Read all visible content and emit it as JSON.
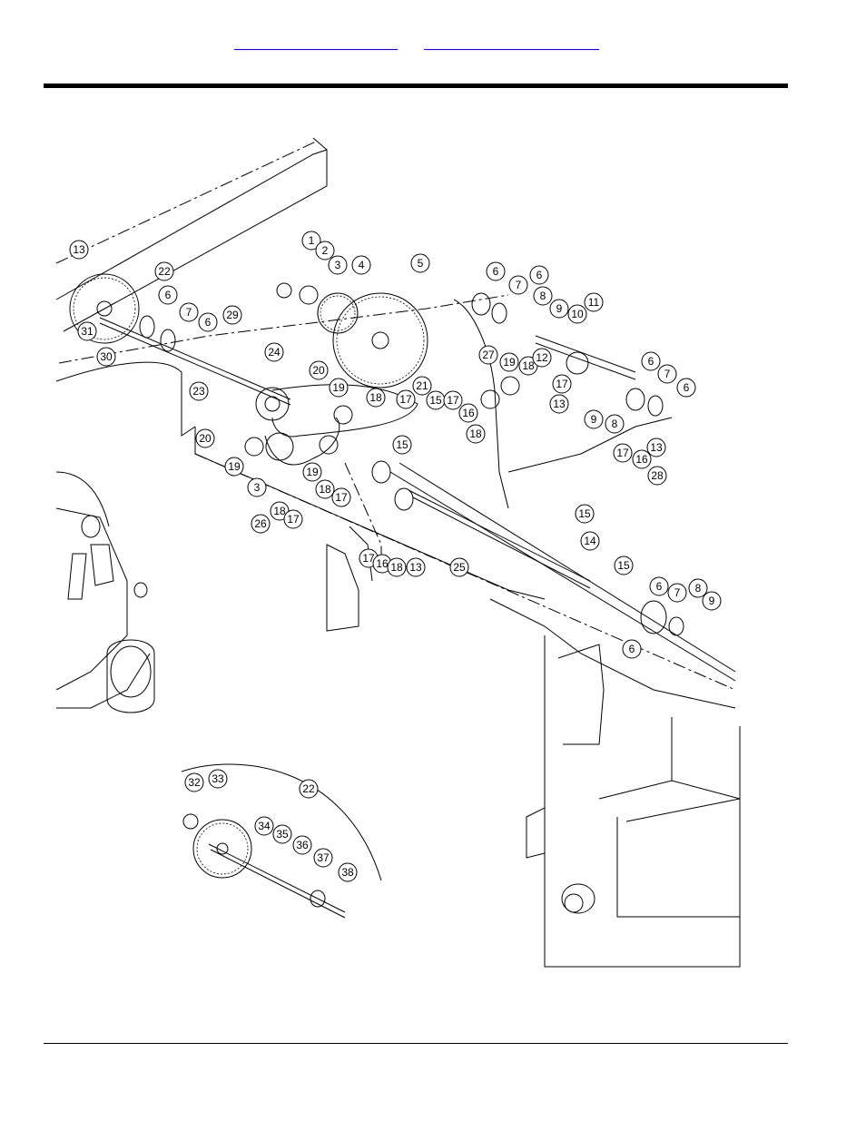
{
  "header": {
    "link_left": "",
    "link_right": ""
  },
  "diagram": {
    "callouts": [
      "1",
      "2",
      "3",
      "4",
      "5",
      "6",
      "7",
      "8",
      "9",
      "10",
      "11",
      "12",
      "13",
      "14",
      "15",
      "16",
      "17",
      "18",
      "19",
      "20",
      "21",
      "22",
      "23",
      "24",
      "25",
      "26",
      "27",
      "28",
      "29",
      "30",
      "31",
      "32",
      "33",
      "34",
      "35",
      "36",
      "37",
      "38"
    ],
    "inset_label": "22"
  }
}
